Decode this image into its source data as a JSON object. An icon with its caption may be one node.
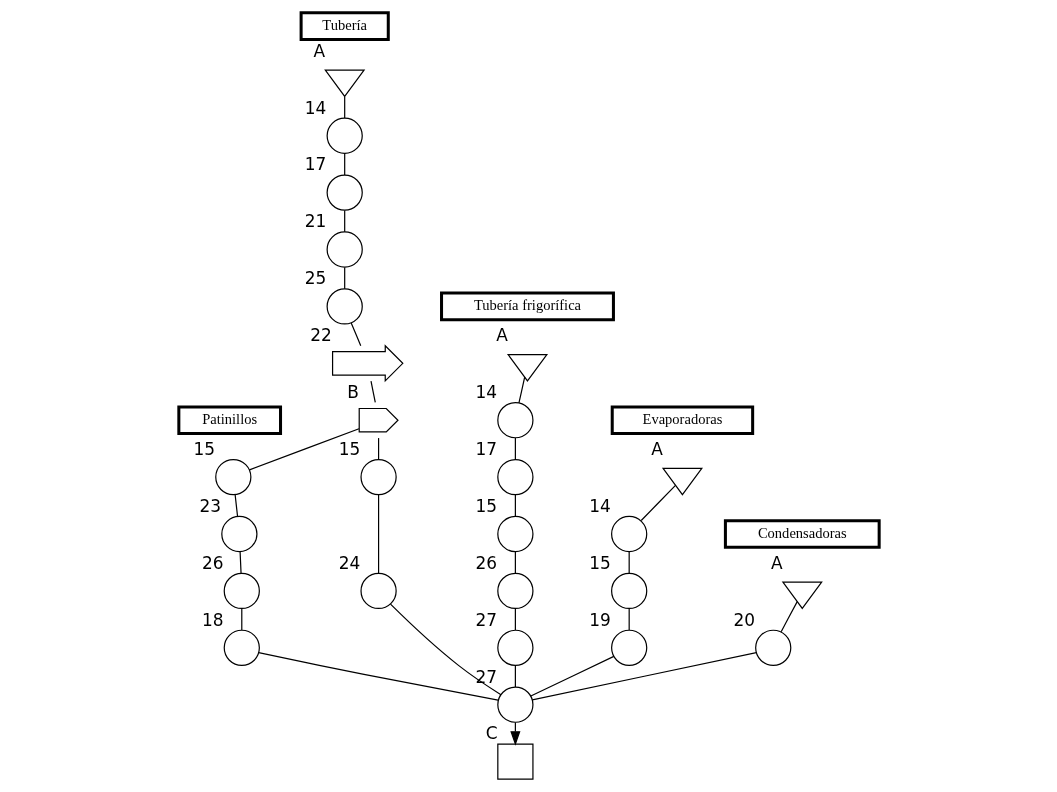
{
  "diagram": {
    "nodes": [
      {
        "text": [
          "Tubería"
        ]
      },
      {
        "text": [],
        "shape": "triangle",
        "beside": [
          "A"
        ]
      },
      {
        "text": [],
        "shape": "circle",
        "beside": [
          "14"
        ]
      },
      {
        "text": [],
        "shape": "circle",
        "beside": [
          "17"
        ]
      },
      {
        "text": [],
        "shape": "circle",
        "beside": [
          "21"
        ]
      },
      {
        "text": [],
        "shape": "circle",
        "beside": [
          "25"
        ]
      },
      {
        "text": [],
        "shape": "arrow",
        "beside": [
          "22"
        ]
      },
      {
        "text": [],
        "shape": "delay",
        "beside": [
          "B"
        ]
      },
      {
        "text": [
          "Patinillos"
        ]
      },
      {
        "text": [],
        "shape": "circle",
        "beside": [
          "15"
        ]
      },
      {
        "text": [],
        "shape": "circle",
        "beside": [
          "23"
        ]
      },
      {
        "text": [],
        "shape": "circle",
        "beside": [
          "26"
        ]
      },
      {
        "text": [],
        "shape": "circle",
        "beside": [
          "18"
        ]
      },
      {
        "text": [],
        "shape": "circle",
        "beside": [
          "15"
        ]
      },
      {
        "text": [],
        "shape": "circle",
        "beside": [
          "24"
        ]
      },
      {
        "text": [
          "Tubería frigorífica"
        ]
      },
      {
        "text": [],
        "shape": "triangle",
        "beside": [
          "A"
        ]
      },
      {
        "text": [],
        "shape": "circle",
        "beside": [
          "14"
        ]
      },
      {
        "text": [],
        "shape": "circle",
        "beside": [
          "17"
        ]
      },
      {
        "text": [],
        "shape": "circle",
        "beside": [
          "15"
        ]
      },
      {
        "text": [],
        "shape": "circle",
        "beside": [
          "26"
        ]
      },
      {
        "text": [],
        "shape": "circle",
        "beside": [
          "27"
        ]
      },
      {
        "text": [
          "Evaporadoras"
        ]
      },
      {
        "text": [],
        "shape": "triangle",
        "beside": [
          "A"
        ]
      },
      {
        "text": [],
        "shape": "circle",
        "beside": [
          "14"
        ]
      },
      {
        "text": [],
        "shape": "circle",
        "beside": [
          "15"
        ]
      },
      {
        "text": [],
        "shape": "circle",
        "beside": [
          "19"
        ]
      },
      {
        "text": [
          "Condensadoras"
        ]
      },
      {
        "text": [],
        "shape": "triangle",
        "beside": [
          "A"
        ]
      },
      {
        "text": [],
        "shape": "circle",
        "beside": [
          "20"
        ]
      },
      {
        "text": [],
        "shape": "circle",
        "beside": [
          "27"
        ]
      },
      {
        "text": [],
        "shape": "box",
        "beside": [
          "C"
        ]
      }
    ],
    "edges": [
      {
        "from": 1,
        "to": 2,
        "arrow": "none"
      },
      {
        "from": 2,
        "to": 3,
        "arrow": "none"
      },
      {
        "from": 3,
        "to": 4,
        "arrow": "none"
      },
      {
        "from": 4,
        "to": 5,
        "arrow": "none"
      },
      {
        "from": 5,
        "to": 6,
        "arrow": "none"
      },
      {
        "from": 6,
        "to": 7,
        "arrow": "none"
      },
      {
        "from": 7,
        "to": 9,
        "arrow": "none"
      },
      {
        "from": 7,
        "to": 13,
        "arrow": "none"
      },
      {
        "from": 9,
        "to": 10,
        "arrow": "none"
      },
      {
        "from": 10,
        "to": 11,
        "arrow": "none"
      },
      {
        "from": 11,
        "to": 12,
        "arrow": "none"
      },
      {
        "from": 13,
        "to": 14,
        "arrow": "none"
      },
      {
        "from": 12,
        "to": 30,
        "arrow": "none"
      },
      {
        "from": 14,
        "to": 30,
        "arrow": "none"
      },
      {
        "from": 16,
        "to": 17,
        "arrow": "none"
      },
      {
        "from": 17,
        "to": 18,
        "arrow": "none"
      },
      {
        "from": 18,
        "to": 19,
        "arrow": "none"
      },
      {
        "from": 19,
        "to": 20,
        "arrow": "none"
      },
      {
        "from": 20,
        "to": 21,
        "arrow": "none"
      },
      {
        "from": 21,
        "to": 30,
        "arrow": "none"
      },
      {
        "from": 23,
        "to": 24,
        "arrow": "none"
      },
      {
        "from": 24,
        "to": 25,
        "arrow": "none"
      },
      {
        "from": 25,
        "to": 26,
        "arrow": "none"
      },
      {
        "from": 26,
        "to": 30,
        "arrow": "none"
      },
      {
        "from": 28,
        "to": 29,
        "arrow": "none"
      },
      {
        "from": 29,
        "to": 30,
        "arrow": "none"
      },
      {
        "from": 30,
        "to": 31,
        "arrow": "to"
      }
    ]
  }
}
